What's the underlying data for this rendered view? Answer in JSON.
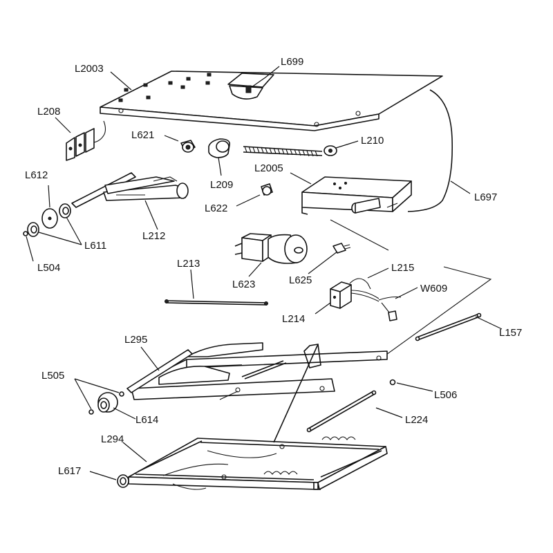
{
  "labels": {
    "L2003": "L2003",
    "L699": "L699",
    "L208": "L208",
    "L621": "L621",
    "L210": "L210",
    "L209": "L209",
    "L612": "L612",
    "L2005": "L2005",
    "L697": "L697",
    "L622": "L622",
    "L611": "L611",
    "L212": "L212",
    "L504": "L504",
    "L213": "L213",
    "L215": "L215",
    "L623": "L623",
    "L625": "L625",
    "W609": "W609",
    "L214": "L214",
    "L157": "L157",
    "L295": "L295",
    "L505": "L505",
    "L506": "L506",
    "L614": "L614",
    "L224": "L224",
    "L294": "L294",
    "L617": "L617"
  },
  "colors": {
    "ink": "#111111",
    "paper": "#ffffff"
  }
}
